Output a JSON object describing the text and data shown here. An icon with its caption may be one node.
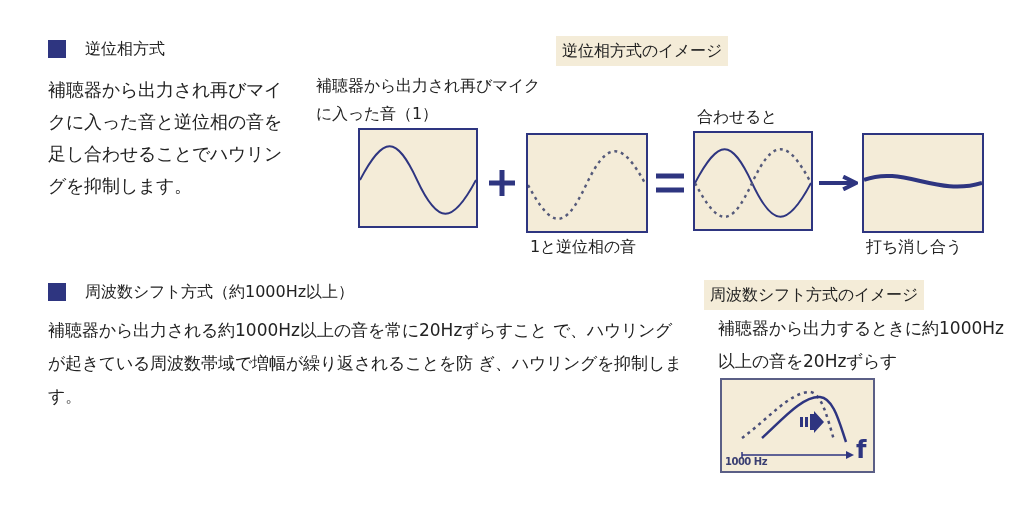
{
  "diagram": {
    "nodes": [
      {
        "text": [
          "補聴器から出力され再びマイクに入った音（1）"
        ]
      },
      {
        "text": [
          "1と逆位相の音"
        ]
      },
      {
        "text": [
          "合わせると"
        ]
      },
      {
        "text": [
          "打ち消し合う"
        ]
      },
      {
        "text": [
          "1000 Hz",
          "f"
        ]
      }
    ],
    "edges": [
      {
        "from": 2,
        "to": 3,
        "arrow": "to"
      }
    ],
    "labels": [
      "逆位相方式",
      "補聴器から出力され再びマイクに入った音と逆位相の音を足し合わせることでハウリングを抑制します。",
      "逆位相方式のイメージ",
      "周波数シフト方式（約1000Hz以上）",
      "補聴器から出力される約1000Hz以上の音を常に20Hzずらすこと で、ハウリングが起きている周波数帯域で増幅が繰り返されることを防 ぎ、ハウリングを抑制します。",
      "周波数シフト方式のイメージ",
      "補聴器から出力するときに約1000Hz 以上の音を20Hzずらす"
    ]
  }
}
